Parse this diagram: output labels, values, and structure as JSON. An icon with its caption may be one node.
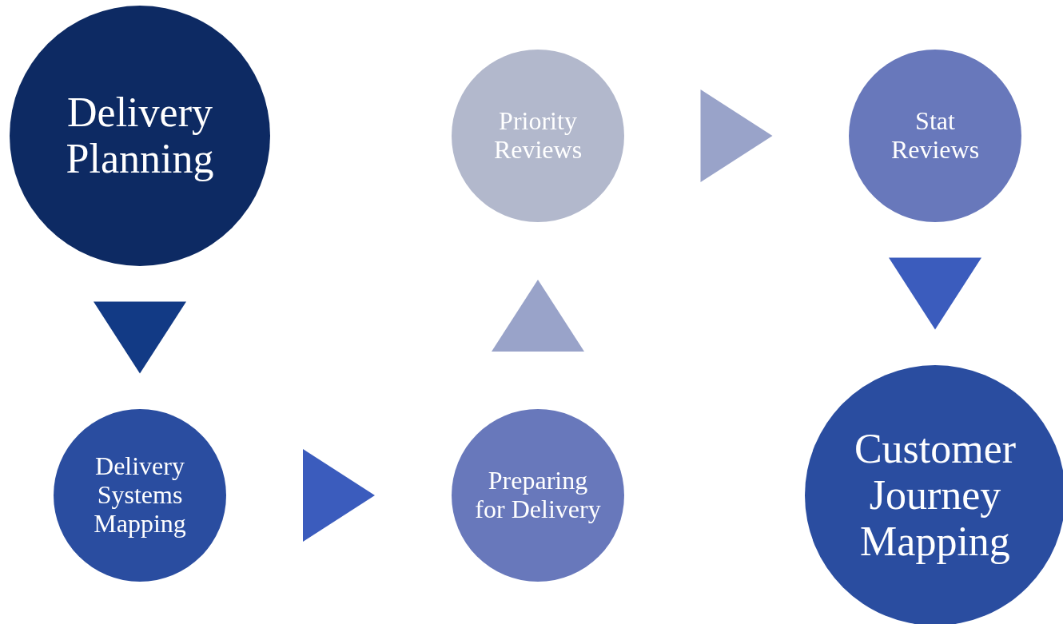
{
  "diagram": {
    "nodes": [
      {
        "text": [
          "Delivery Planning"
        ]
      },
      {
        "text": [
          "Delivery Systems Mapping"
        ]
      },
      {
        "text": [
          "Preparing for Delivery"
        ]
      },
      {
        "text": [
          "Priority Reviews"
        ]
      },
      {
        "text": [
          "Stat Reviews"
        ]
      },
      {
        "text": [
          "Customer Journey Mapping"
        ]
      }
    ],
    "edges": [
      {
        "from": 0,
        "to": 1,
        "arrow": "to",
        "color": "#123a85"
      },
      {
        "from": 1,
        "to": 2,
        "arrow": "to",
        "color": "#3b5cbd"
      },
      {
        "from": 2,
        "to": 3,
        "arrow": "to",
        "color": "#99a3c9"
      },
      {
        "from": 3,
        "to": 4,
        "arrow": "to",
        "color": "#99a3c9"
      },
      {
        "from": 4,
        "to": 5,
        "arrow": "to",
        "color": "#3b5cbd"
      }
    ]
  }
}
